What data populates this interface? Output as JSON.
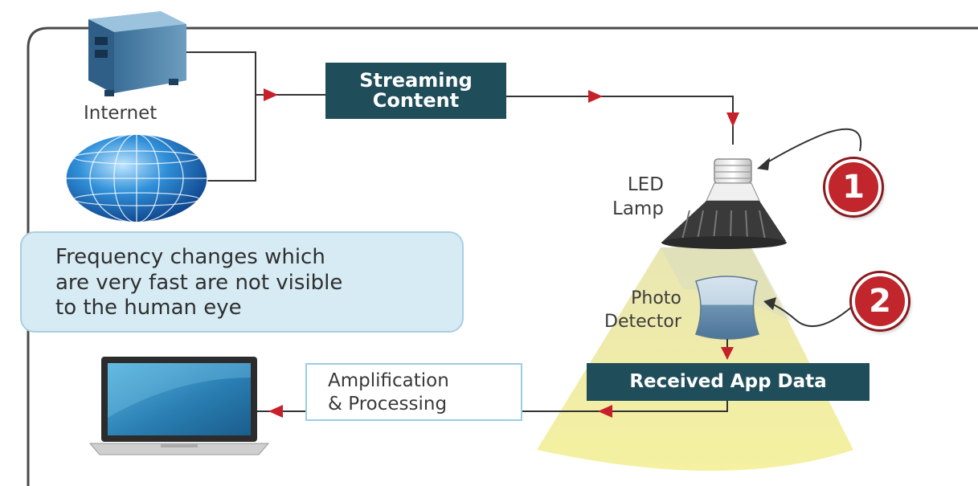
{
  "labels": {
    "internet": "Internet",
    "streaming_content": "Streaming\nContent",
    "led_lamp": "LED\nLamp",
    "photo_detector": "Photo\nDetector",
    "received_app_data": "Received App Data",
    "amplification": "Amplification\n& Processing",
    "note": "Frequency changes which\nare very fast are not visible\nto the human eye",
    "badge_1": "1",
    "badge_2": "2"
  },
  "colors": {
    "dark_box": "#1f4e5a",
    "arrow_red": "#c8202a",
    "light_cone": "#f3f0a8",
    "note_fill": "#d6ebf4",
    "badge_red": "#c0262c"
  }
}
